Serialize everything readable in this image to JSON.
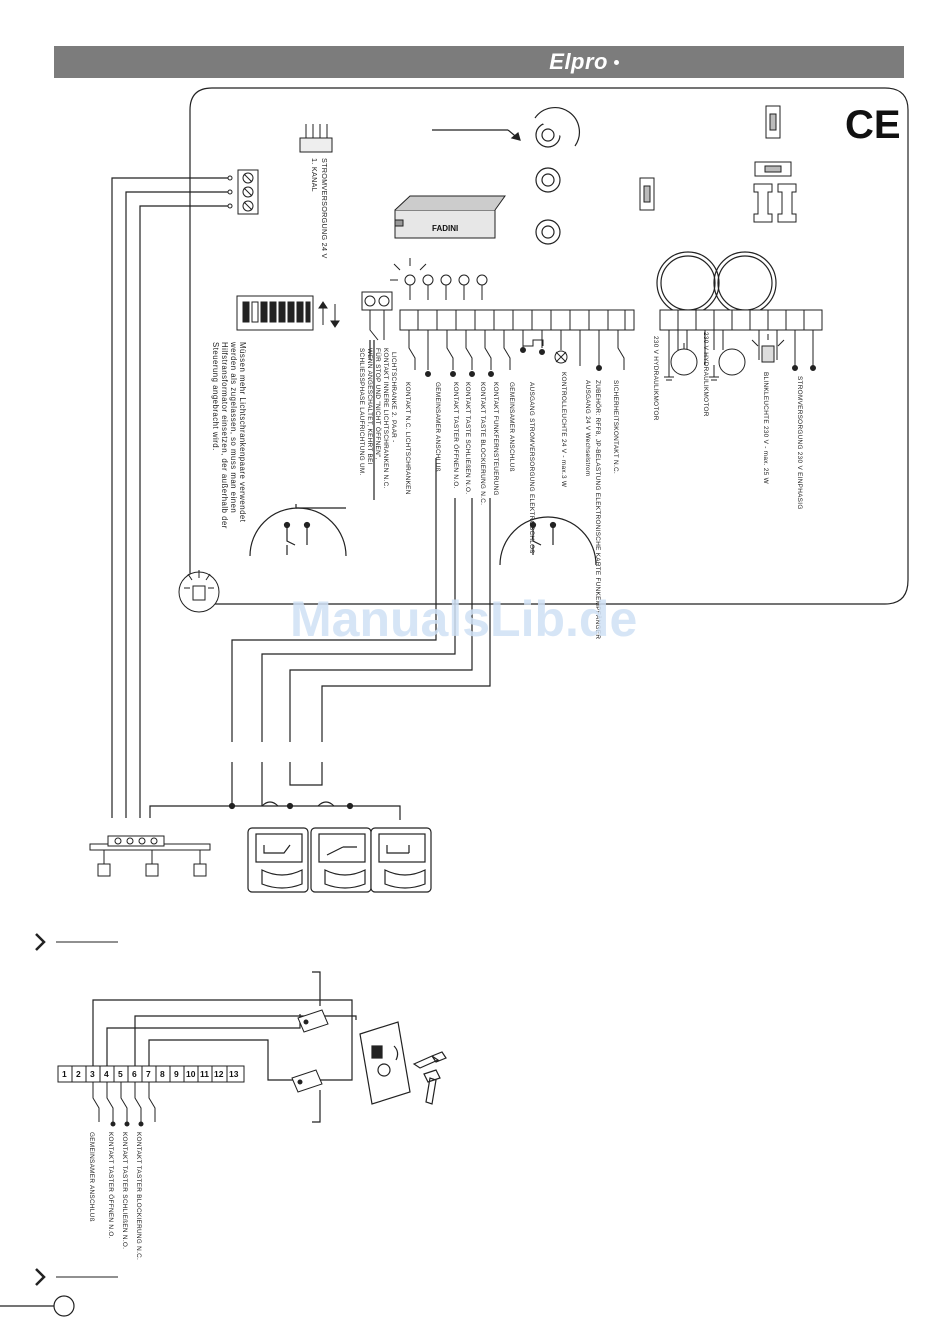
{
  "header": {
    "brand": "Elpro"
  },
  "board": {
    "ce_mark": "CE",
    "chip_label": "FADINI",
    "channel_label": "1. KANAL",
    "power_label": "STROMVERSORGUNG 24 V",
    "photocell_note": [
      "LICHTSCHRANKE 2. PAAR -",
      "KONTAKT INNERE LICHTSCHRANKEN N.C.",
      "FÜR STOP UND \"NICHT ÖFFNEN\",",
      "WENN ANGESCHALTET, KEHRT BEI",
      "SCHLIESSPHASE LAUFRICHTUNG UM."
    ],
    "supply_note": [
      "Müssen mehr Lichtschrankenpaare verwendet",
      "werden als zugelassen, so muss man einen",
      "Hilfstransformator einsetzen, der außerhalb der",
      "Steuerung angebracht wird."
    ],
    "terminal_labels": [
      "KONTAKT N.C. LICHTSCHRANKEN",
      "GEMEINSAMER ANSCHLUß",
      "KONTAKT TASTER ÖFFNEN N.O.",
      "KONTAKT TASTE SCHLIEßEN N.O.",
      "KONTAKT TASTE BLOCKIERUNG N.C.",
      "KONTAKT FUNKFERNSTEUERUNG",
      "GEMEINSAMER ANSCHLUß",
      "AUSGANG STROMVERSORGUNG ELEKTROSCHLOß",
      "KONTROLLEUCHTE 24 V - max.3 W",
      "AUSGANG 24 V Wechselstrom",
      "ZUBEHÖR: RFF8, JP-BELASTUNG ELEKTRONISCHE KARTE FUNKEMPFÄNGER",
      "SICHERHEITSKONTAKT N.C."
    ],
    "right_labels": [
      "BLINKLEUCHTE 230 V - max. 25 W",
      "STROMVERSORGUNG 230 V EINPHASIG"
    ],
    "motor_labels": [
      "230 V HYDRAULIKMOTOR",
      "230 V HYDRAULIKMOTOR"
    ]
  },
  "lower": {
    "terminal_numbers": [
      "1",
      "2",
      "3",
      "4",
      "5",
      "6",
      "7",
      "8",
      "9",
      "10",
      "11",
      "12",
      "13"
    ],
    "labels": [
      "GEMEINSAMER ANSCHLUß",
      "KONTAKT TASTER ÖFFNEN N.O.",
      "KONTAKT TASTER SCHLIEßEN N.O.",
      "KONTAKT TASTER BLOCKIERUNG N.C."
    ]
  },
  "watermark": "ManualsLib.de"
}
